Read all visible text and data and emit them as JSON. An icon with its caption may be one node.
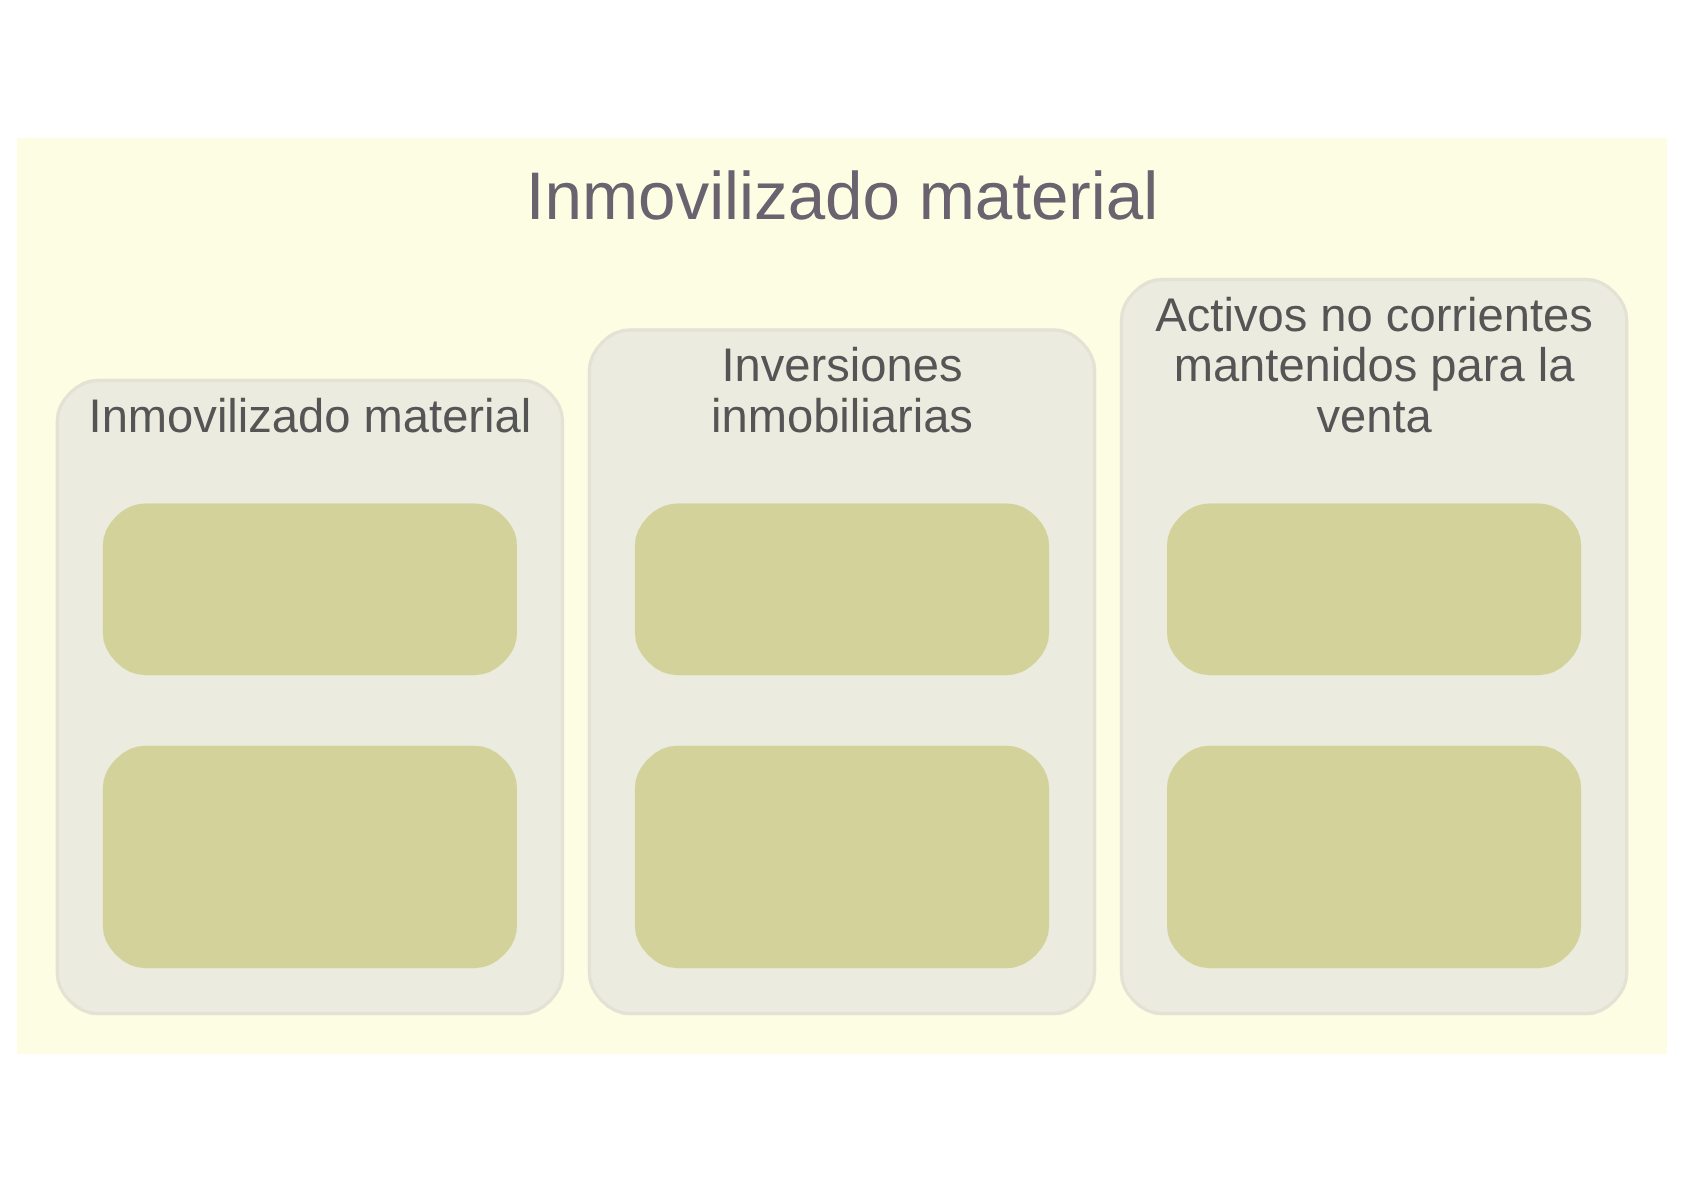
{
  "diagram": {
    "title": "Inmovilizado material",
    "nodes": [
      {
        "text": [
          "Inmovilizado material"
        ]
      },
      {
        "text": [],
        "shape": "box",
        "in": 0
      },
      {
        "text": [],
        "shape": "box",
        "in": 0
      },
      {
        "text": [
          "Inversiones inmobiliarias"
        ]
      },
      {
        "text": [],
        "shape": "box",
        "in": 3
      },
      {
        "text": [],
        "shape": "box",
        "in": 3
      },
      {
        "text": [
          "Activos no corrientes mantenidos para la venta"
        ]
      },
      {
        "text": [],
        "shape": "box",
        "in": 6
      },
      {
        "text": [],
        "shape": "box",
        "in": 6
      }
    ],
    "edges": []
  }
}
